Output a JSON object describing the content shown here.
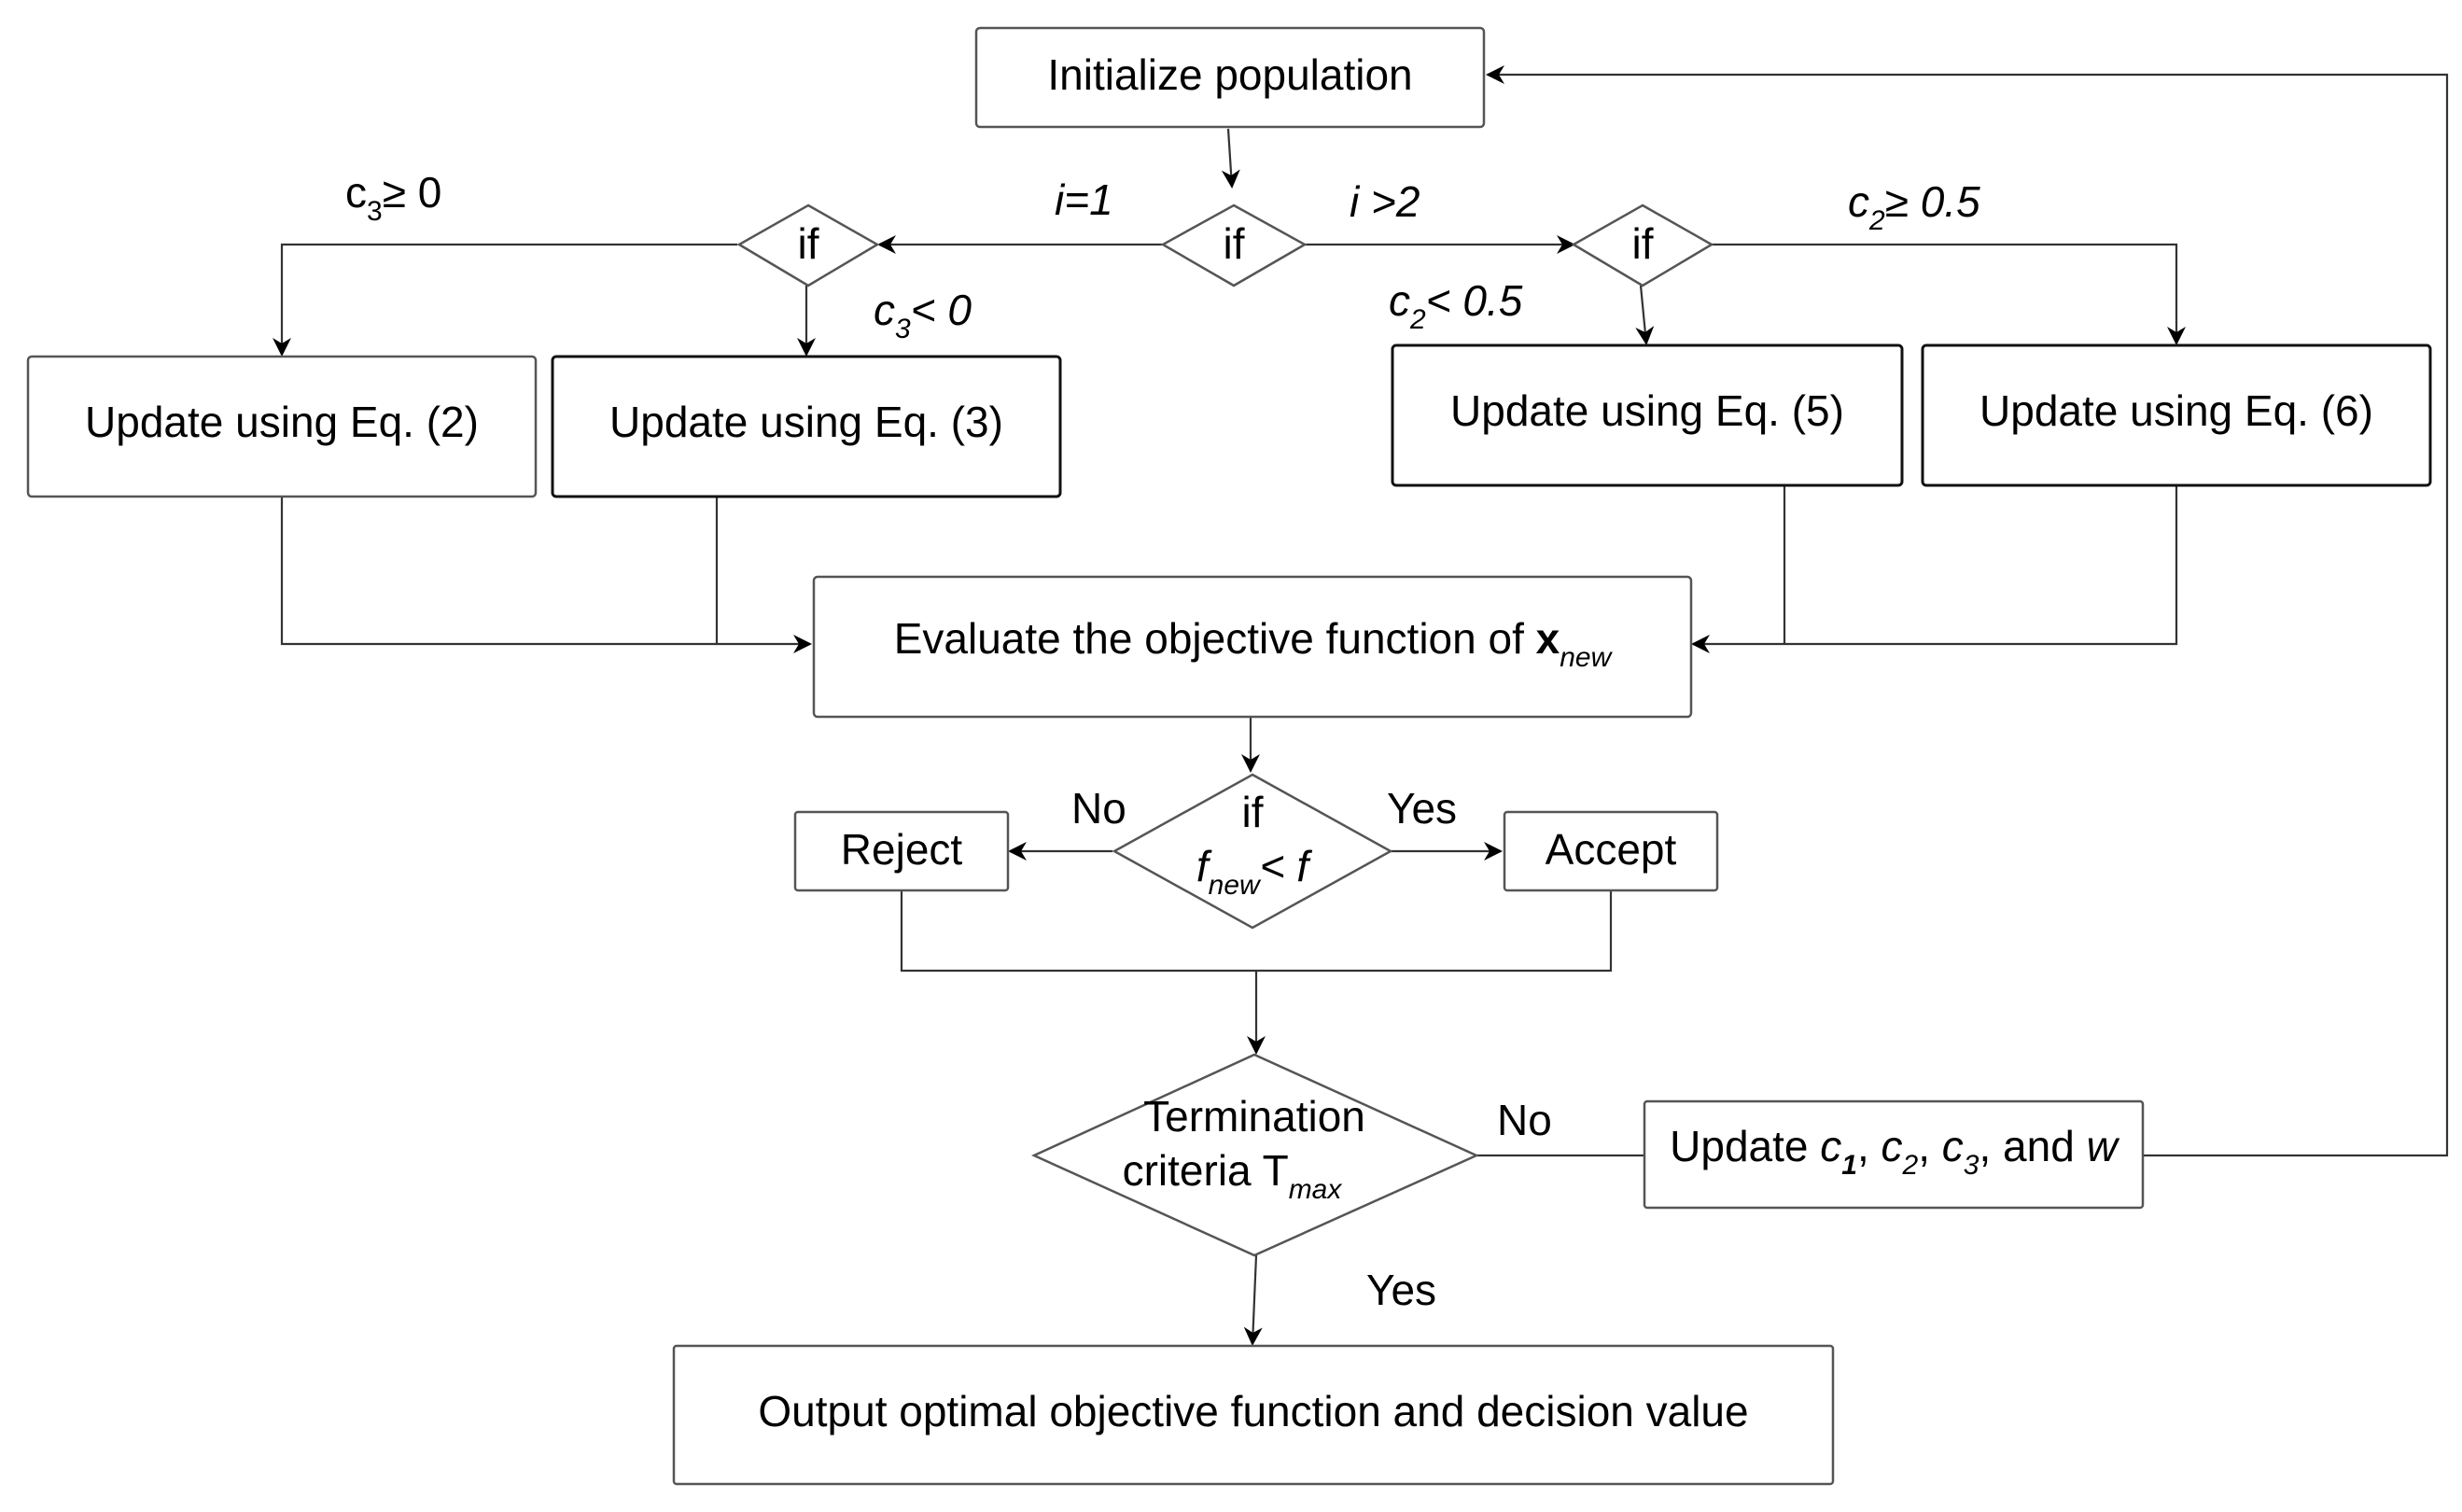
{
  "nodes": {
    "init": "Initialize population",
    "if_main": "if",
    "if_left": "if",
    "if_right": "if",
    "eq2": "Update using Eq. (2)",
    "eq3": "Update using Eq. (3)",
    "eq5": "Update using Eq. (5)",
    "eq6": "Update using Eq. (6)",
    "evaluate_prefix": "Evaluate the objective function of ",
    "evaluate_x": "x",
    "evaluate_sub": "new",
    "if_fnew": "if",
    "fnew_f": "f",
    "fnew_sub": "new",
    "fnew_cmp": "< f",
    "reject": "Reject",
    "accept": "Accept",
    "termination_line1": "Termination",
    "termination_line2": "criteria T",
    "termination_sub": "max",
    "update_params": {
      "prefix": "Update ",
      "c": "c",
      "s1": "1",
      "s2": "2",
      "s3": "3",
      "sep": ", ",
      "and": ", and ",
      "w": "w"
    },
    "output": "Output optimal objective function and decision value"
  },
  "edge_labels": {
    "i_eq_1": "i=1",
    "i_gt_2": "i >2",
    "c3_ge_0": {
      "c": "c",
      "sub": "3",
      "rest": "≥ 0"
    },
    "c3_lt_0": {
      "c": "c",
      "sub": "3",
      "rest": "< 0"
    },
    "c2_ge_05": {
      "c": "c",
      "sub": "2",
      "rest": "≥ 0.5"
    },
    "c2_lt_05": {
      "c": "c",
      "sub": "2",
      "rest": "< 0.5"
    },
    "no_reject": "No",
    "yes_accept": "Yes",
    "no_loop": "No",
    "yes_output": "Yes"
  }
}
